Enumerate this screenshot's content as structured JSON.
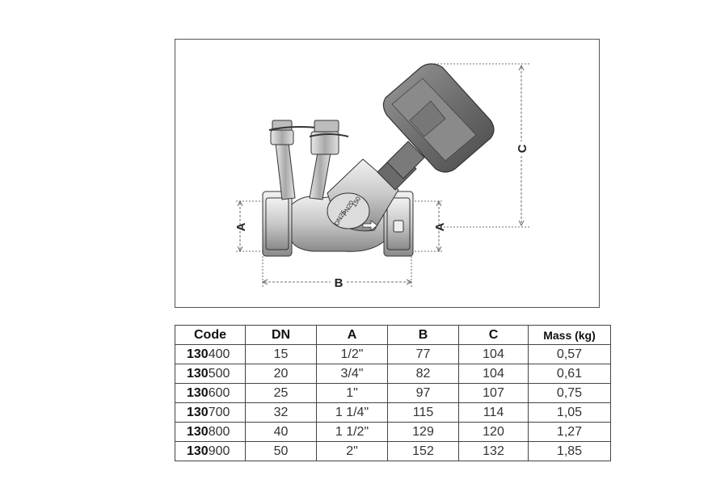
{
  "figure": {
    "dim_labels": {
      "a_left": "A",
      "a_right": "A",
      "b": "B",
      "c": "C"
    },
    "valve_markings": {
      "line1": "DN25",
      "line2": "PN20",
      "line3": "150"
    }
  },
  "table": {
    "headers": [
      "Code",
      "DN",
      "A",
      "B",
      "C",
      "Mass (kg)"
    ],
    "rows": [
      {
        "code_prefix": "130",
        "code_suffix": "400",
        "dn": "15",
        "a": "1/2\"",
        "b": "77",
        "c": "104",
        "mass": "0,57"
      },
      {
        "code_prefix": "130",
        "code_suffix": "500",
        "dn": "20",
        "a": "3/4\"",
        "b": "82",
        "c": "104",
        "mass": "0,61"
      },
      {
        "code_prefix": "130",
        "code_suffix": "600",
        "dn": "25",
        "a": "1\"",
        "b": "97",
        "c": "107",
        "mass": "0,75"
      },
      {
        "code_prefix": "130",
        "code_suffix": "700",
        "dn": "32",
        "a": "1 1/4\"",
        "b": "115",
        "c": "114",
        "mass": "1,05"
      },
      {
        "code_prefix": "130",
        "code_suffix": "800",
        "dn": "40",
        "a": "1 1/2\"",
        "b": "129",
        "c": "120",
        "mass": "1,27"
      },
      {
        "code_prefix": "130",
        "code_suffix": "900",
        "dn": "50",
        "a": "2\"",
        "b": "152",
        "c": "132",
        "mass": "1,85"
      }
    ]
  }
}
